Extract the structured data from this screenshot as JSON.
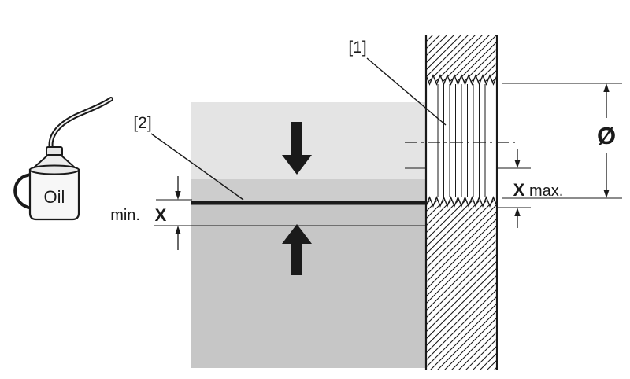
{
  "figure": {
    "callouts": {
      "one": "[1]",
      "two": "[2]"
    },
    "oil_can": {
      "label": "Oil"
    },
    "dimensions": {
      "min_prefix": "min.",
      "min_symbol": "X",
      "max_symbol": "X",
      "max_suffix": "max.",
      "diameter_symbol": "Ø"
    },
    "colors": {
      "stroke": "#1a1a1a",
      "upper_block": "#e4e4e4",
      "mid_band": "#cdcdcd",
      "lower_block": "#c6c6c6",
      "can_body": "#f7f7f7",
      "can_shoulder": "#ededed"
    }
  }
}
